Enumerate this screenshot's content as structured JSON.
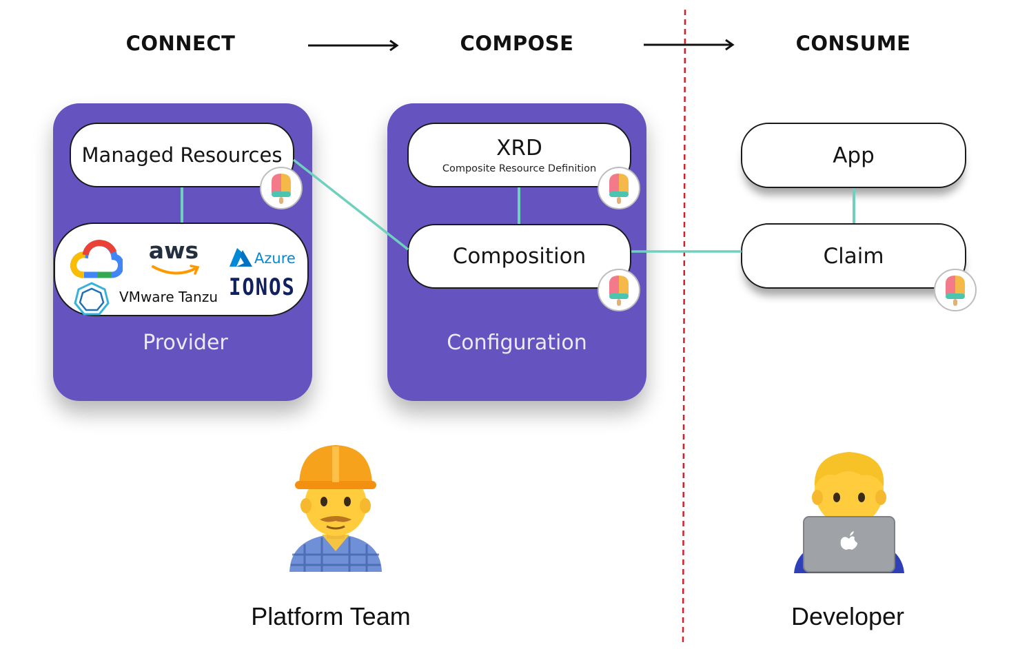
{
  "stages": {
    "connect": "CONNECT",
    "compose": "COMPOSE",
    "consume": "CONSUME"
  },
  "provider_panel": {
    "managed_resources": "Managed Resources",
    "label": "Provider",
    "logos": {
      "aws": "aws",
      "azure": "Azure",
      "tanzu": "VMware Tanzu",
      "ionos": "IONOS"
    }
  },
  "configuration_panel": {
    "xrd": "XRD",
    "xrd_subtitle": "Composite Resource Definition",
    "composition": "Composition",
    "label": "Configuration"
  },
  "consume_column": {
    "app": "App",
    "claim": "Claim"
  },
  "people": {
    "platform_team": "Platform Team",
    "developer": "Developer"
  },
  "colors": {
    "panel": "#6554c0",
    "connector": "#6fd1bd",
    "divider": "#d0202a"
  },
  "icons": [
    "popsicle-icon",
    "google-cloud-icon",
    "aws-logo",
    "azure-logo",
    "vmware-tanzu-icon",
    "ionos-logo",
    "construction-worker-emoji",
    "technologist-emoji"
  ]
}
